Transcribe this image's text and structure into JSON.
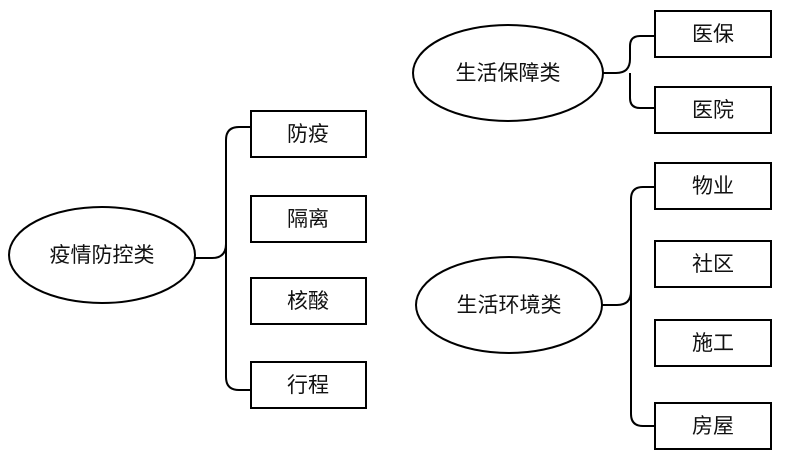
{
  "groups": [
    {
      "label": "疫情防控类",
      "items": [
        "防疫",
        "隔离",
        "核酸",
        "行程"
      ]
    },
    {
      "label": "生活保障类",
      "items": [
        "医保",
        "医院"
      ]
    },
    {
      "label": "生活环境类",
      "items": [
        "物业",
        "社区",
        "施工",
        "房屋"
      ]
    }
  ]
}
